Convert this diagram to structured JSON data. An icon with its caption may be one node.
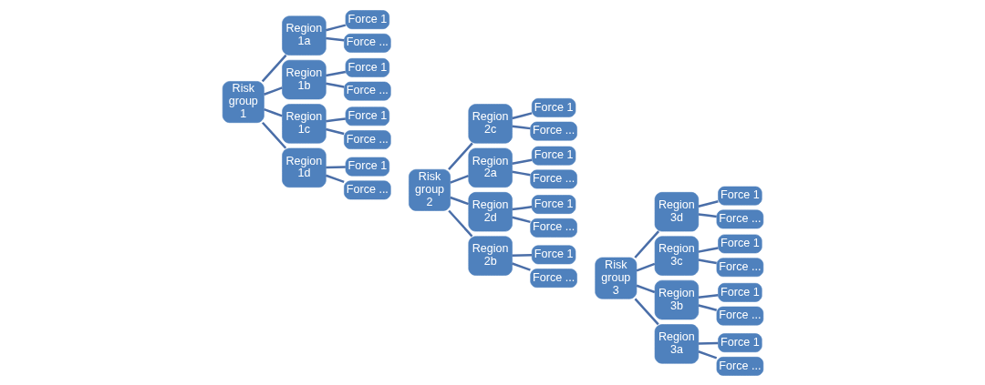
{
  "diagram": {
    "nodes": [
      {
        "text": [
          "Risk group 1"
        ]
      },
      {
        "text": [
          "Region 1a"
        ]
      },
      {
        "text": [
          "Force 1"
        ]
      },
      {
        "text": [
          "Force ..."
        ]
      },
      {
        "text": [
          "Region 1b"
        ]
      },
      {
        "text": [
          "Force 1"
        ]
      },
      {
        "text": [
          "Force ..."
        ]
      },
      {
        "text": [
          "Region 1c"
        ]
      },
      {
        "text": [
          "Force 1"
        ]
      },
      {
        "text": [
          "Force ..."
        ]
      },
      {
        "text": [
          "Region 1d"
        ]
      },
      {
        "text": [
          "Force 1"
        ]
      },
      {
        "text": [
          "Force ..."
        ]
      },
      {
        "text": [
          "Risk group 2"
        ]
      },
      {
        "text": [
          "Region 2c"
        ]
      },
      {
        "text": [
          "Force 1"
        ]
      },
      {
        "text": [
          "Force ..."
        ]
      },
      {
        "text": [
          "Region 2a"
        ]
      },
      {
        "text": [
          "Force 1"
        ]
      },
      {
        "text": [
          "Force ..."
        ]
      },
      {
        "text": [
          "Region 2d"
        ]
      },
      {
        "text": [
          "Force 1"
        ]
      },
      {
        "text": [
          "Force ..."
        ]
      },
      {
        "text": [
          "Region 2b"
        ]
      },
      {
        "text": [
          "Force 1"
        ]
      },
      {
        "text": [
          "Force ..."
        ]
      },
      {
        "text": [
          "Risk group 3"
        ]
      },
      {
        "text": [
          "Region 3d"
        ]
      },
      {
        "text": [
          "Force 1"
        ]
      },
      {
        "text": [
          "Force ..."
        ]
      },
      {
        "text": [
          "Region 3c"
        ]
      },
      {
        "text": [
          "Force 1"
        ]
      },
      {
        "text": [
          "Force ..."
        ]
      },
      {
        "text": [
          "Region 3b"
        ]
      },
      {
        "text": [
          "Force 1"
        ]
      },
      {
        "text": [
          "Force ..."
        ]
      },
      {
        "text": [
          "Region 3a"
        ]
      },
      {
        "text": [
          "Force 1"
        ]
      },
      {
        "text": [
          "Force ..."
        ]
      }
    ],
    "edges": [
      {
        "from": 0,
        "to": 1,
        "arrow": "none"
      },
      {
        "from": 1,
        "to": 2,
        "arrow": "none"
      },
      {
        "from": 1,
        "to": 3,
        "arrow": "none"
      },
      {
        "from": 0,
        "to": 4,
        "arrow": "none"
      },
      {
        "from": 4,
        "to": 5,
        "arrow": "none"
      },
      {
        "from": 4,
        "to": 6,
        "arrow": "none"
      },
      {
        "from": 0,
        "to": 7,
        "arrow": "none"
      },
      {
        "from": 7,
        "to": 8,
        "arrow": "none"
      },
      {
        "from": 7,
        "to": 9,
        "arrow": "none"
      },
      {
        "from": 0,
        "to": 10,
        "arrow": "none"
      },
      {
        "from": 10,
        "to": 11,
        "arrow": "none"
      },
      {
        "from": 10,
        "to": 12,
        "arrow": "none"
      },
      {
        "from": 13,
        "to": 14,
        "arrow": "none"
      },
      {
        "from": 14,
        "to": 15,
        "arrow": "none"
      },
      {
        "from": 14,
        "to": 16,
        "arrow": "none"
      },
      {
        "from": 13,
        "to": 17,
        "arrow": "none"
      },
      {
        "from": 17,
        "to": 18,
        "arrow": "none"
      },
      {
        "from": 17,
        "to": 19,
        "arrow": "none"
      },
      {
        "from": 13,
        "to": 20,
        "arrow": "none"
      },
      {
        "from": 20,
        "to": 21,
        "arrow": "none"
      },
      {
        "from": 20,
        "to": 22,
        "arrow": "none"
      },
      {
        "from": 13,
        "to": 23,
        "arrow": "none"
      },
      {
        "from": 23,
        "to": 24,
        "arrow": "none"
      },
      {
        "from": 23,
        "to": 25,
        "arrow": "none"
      },
      {
        "from": 26,
        "to": 27,
        "arrow": "none"
      },
      {
        "from": 27,
        "to": 28,
        "arrow": "none"
      },
      {
        "from": 27,
        "to": 29,
        "arrow": "none"
      },
      {
        "from": 26,
        "to": 30,
        "arrow": "none"
      },
      {
        "from": 30,
        "to": 31,
        "arrow": "none"
      },
      {
        "from": 30,
        "to": 32,
        "arrow": "none"
      },
      {
        "from": 26,
        "to": 33,
        "arrow": "none"
      },
      {
        "from": 33,
        "to": 34,
        "arrow": "none"
      },
      {
        "from": 33,
        "to": 35,
        "arrow": "none"
      },
      {
        "from": 26,
        "to": 36,
        "arrow": "none"
      },
      {
        "from": 36,
        "to": 37,
        "arrow": "none"
      },
      {
        "from": 36,
        "to": 38,
        "arrow": "none"
      }
    ]
  }
}
